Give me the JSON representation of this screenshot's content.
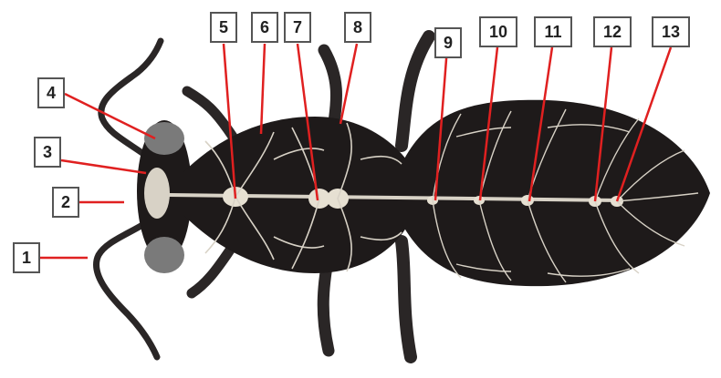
{
  "diagram": {
    "colors": {
      "leader_line": "#e02020",
      "body": "#1e1a1a",
      "nerve": "#d8d2c6",
      "ganglion": "#e6e0d2",
      "eye": "#7a7a7a",
      "box_border": "#555555"
    },
    "labels": [
      {
        "id": "1",
        "text": "1"
      },
      {
        "id": "2",
        "text": "2"
      },
      {
        "id": "3",
        "text": "3"
      },
      {
        "id": "4",
        "text": "4"
      },
      {
        "id": "5",
        "text": "5"
      },
      {
        "id": "6",
        "text": "6"
      },
      {
        "id": "7",
        "text": "7"
      },
      {
        "id": "8",
        "text": "8"
      },
      {
        "id": "9",
        "text": "9"
      },
      {
        "id": "10",
        "text": "10"
      },
      {
        "id": "11",
        "text": "11"
      },
      {
        "id": "12",
        "text": "12"
      },
      {
        "id": "13",
        "text": "13"
      }
    ]
  }
}
